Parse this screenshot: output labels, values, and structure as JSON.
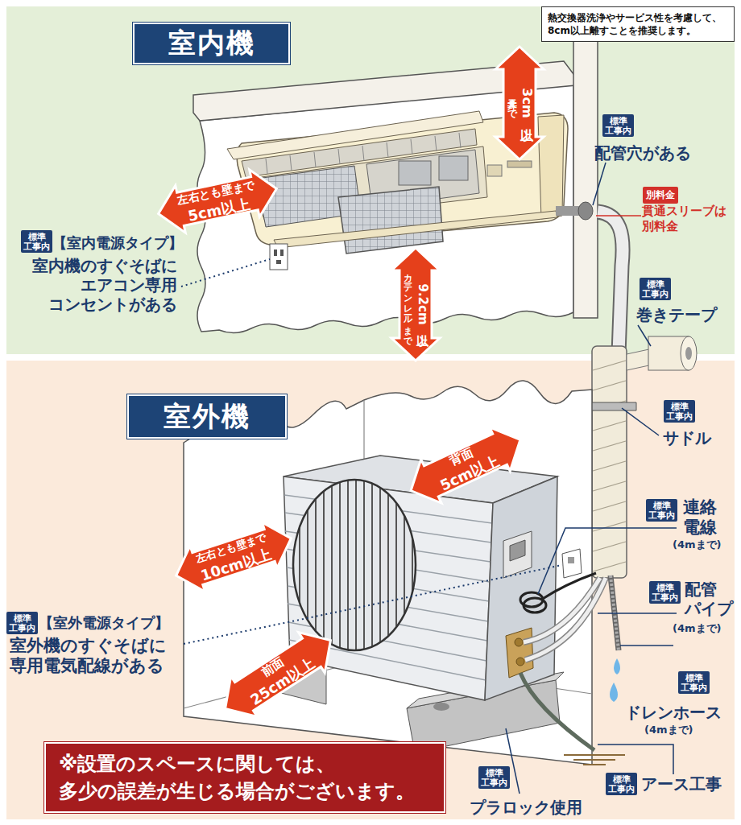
{
  "diagram": {
    "nodes": [
      {
        "text": [
          "室内機"
        ]
      },
      {
        "text": [
          "熱交換器洗浄やサービス性を考慮して、8cm以上離すことを推奨します。"
        ]
      },
      {
        "text": [
          "標準 工事内"
        ]
      },
      {
        "text": [
          "別料金"
        ]
      },
      {
        "text": [
          "標準 工事内"
        ]
      },
      {
        "text": [
          "標準 工事内"
        ]
      },
      {
        "text": [
          "室外機"
        ]
      },
      {
        "text": [
          "標準 工事内"
        ]
      },
      {
        "text": [
          "標準 工事内"
        ]
      },
      {
        "text": [
          "標準 工事内"
        ]
      },
      {
        "text": [
          "標準 工事内"
        ]
      },
      {
        "text": [
          "標準 工事内"
        ]
      },
      {
        "text": [
          "※設置のスペースに関しては、 多少の誤差が生じる場合がございます。"
        ]
      },
      {
        "text": [
          "標準 工事内"
        ]
      },
      {
        "text": [
          "標準 工事内"
        ]
      }
    ],
    "labels": [
      "3cm以上",
      "天井まで",
      "左右とも壁まで",
      "5cm以上",
      "9.2cm以上",
      "カーテンレールまで",
      "配管穴がある",
      "貫通スリーブは 別料金",
      "【室内電源タイプ】",
      "室内機のすぐそばに エアコン専用 コンセントがある",
      "巻きテープ",
      "背面",
      "5cm以上",
      "サドル",
      "左右とも壁まで",
      "10cm以上",
      "連絡 電線",
      "(4mまで)",
      "【室外電源タイプ】",
      "室外機のすぐそばに 専用電気配線がある",
      "配管 パイプ",
      "(4mまで)",
      "前面",
      "25cm以上",
      "ドレンホース",
      "(4mまで)",
      "プラロック使用",
      "アース工事"
    ]
  }
}
